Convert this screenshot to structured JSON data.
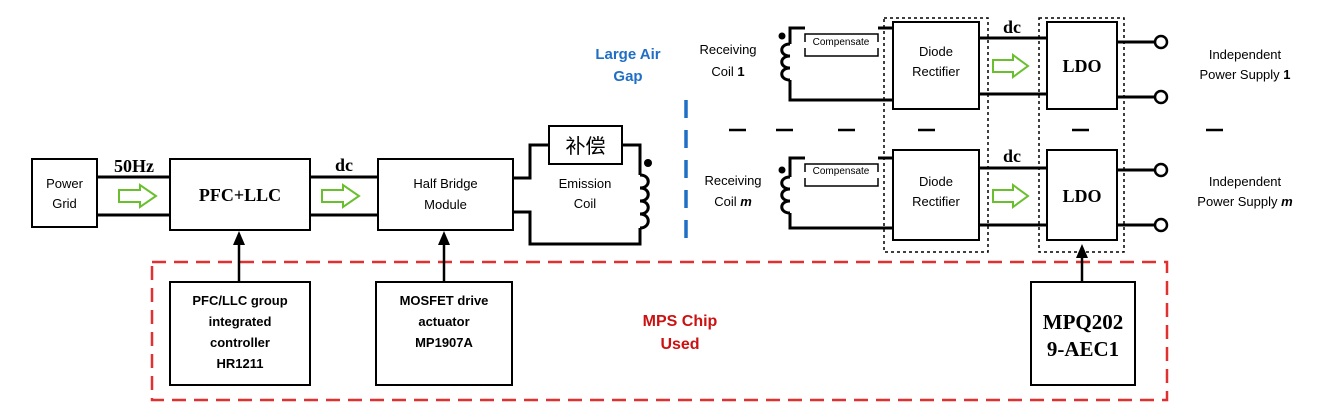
{
  "signals": {
    "hz": "50Hz",
    "dc": "dc"
  },
  "blocks": {
    "power_grid": [
      "Power",
      "Grid"
    ],
    "pfc_llc": "PFC+LLC",
    "half_bridge": [
      "Half Bridge",
      "Module"
    ],
    "compensation_cn": "补偿",
    "emission_coil": [
      "Emission",
      "Coil"
    ],
    "compensate": "Compensate",
    "diode_rectifier": [
      "Diode",
      "Rectifier"
    ],
    "ldo": "LDO"
  },
  "labels": {
    "air_gap": [
      "Large Air",
      "Gap"
    ],
    "receiving_1": [
      "Receiving",
      "Coil ",
      "1"
    ],
    "receiving_m": [
      "Receiving",
      "Coil ",
      "m"
    ],
    "supply_1": [
      "Independent",
      "Power Supply ",
      "1"
    ],
    "supply_m": [
      "Independent",
      "Power Supply ",
      "m"
    ],
    "mps_chip": [
      "MPS Chip",
      "Used"
    ]
  },
  "chips": {
    "hr1211": [
      "PFC/LLC group",
      "integrated",
      "controller",
      "HR1211"
    ],
    "mp1907a": [
      "MOSFET drive",
      "actuator",
      "MP1907A"
    ],
    "mpq2029": [
      "MPQ202",
      "9-AEC1"
    ]
  },
  "colors": {
    "air_gap": "#1f6fc5",
    "mps": "#cc1111",
    "dash_line": "#e03030",
    "arrow": "#6abf2e"
  }
}
